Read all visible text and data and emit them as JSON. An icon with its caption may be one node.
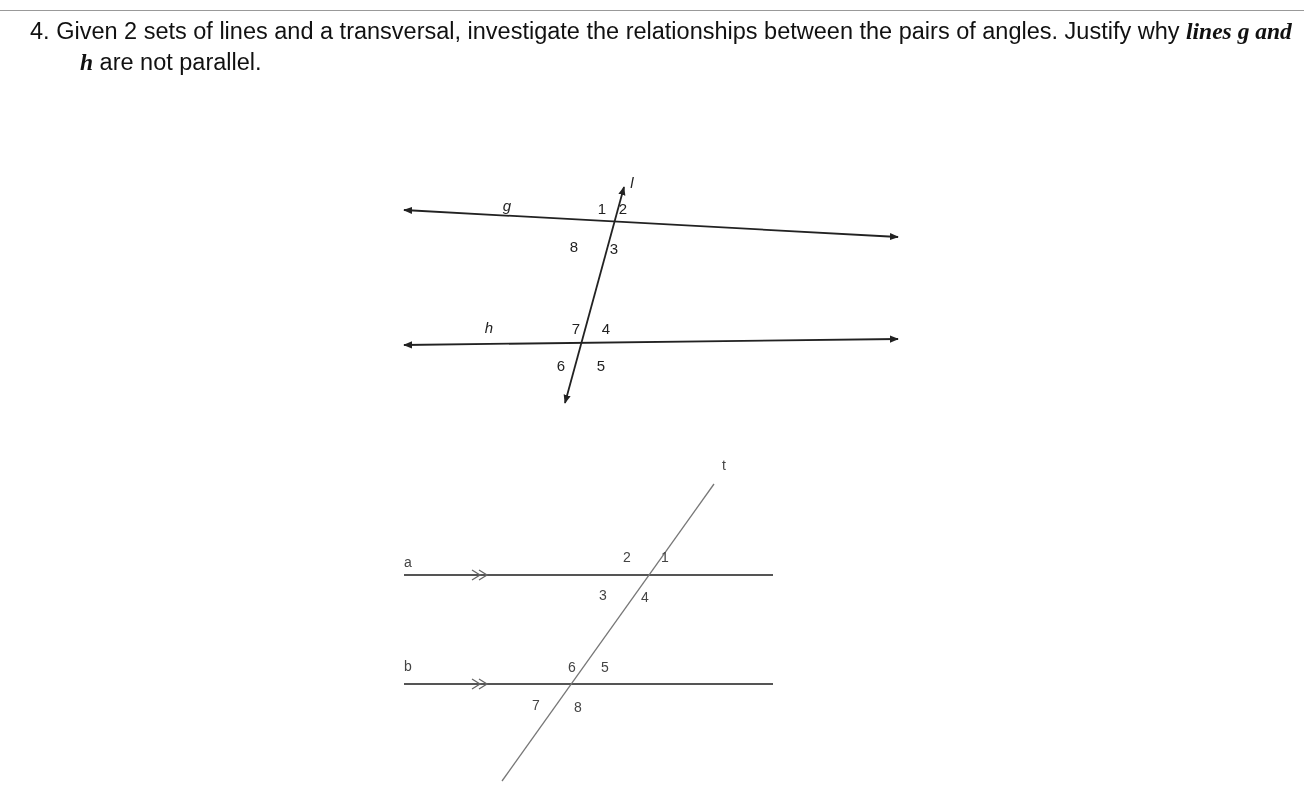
{
  "diagram": {
    "title": "4.  Given 2 sets of lines and a transversal, investigate the relationships between the pairs of angles. Justify why **lines g and h** are not parallel.",
    "labels": [
      "l",
      "g",
      "1",
      "2",
      "8",
      "3",
      "h",
      "7",
      "4",
      "6",
      "5",
      "t",
      "2",
      "1",
      "a",
      "3",
      "4",
      "b",
      "6",
      "5",
      "7",
      "8"
    ]
  }
}
